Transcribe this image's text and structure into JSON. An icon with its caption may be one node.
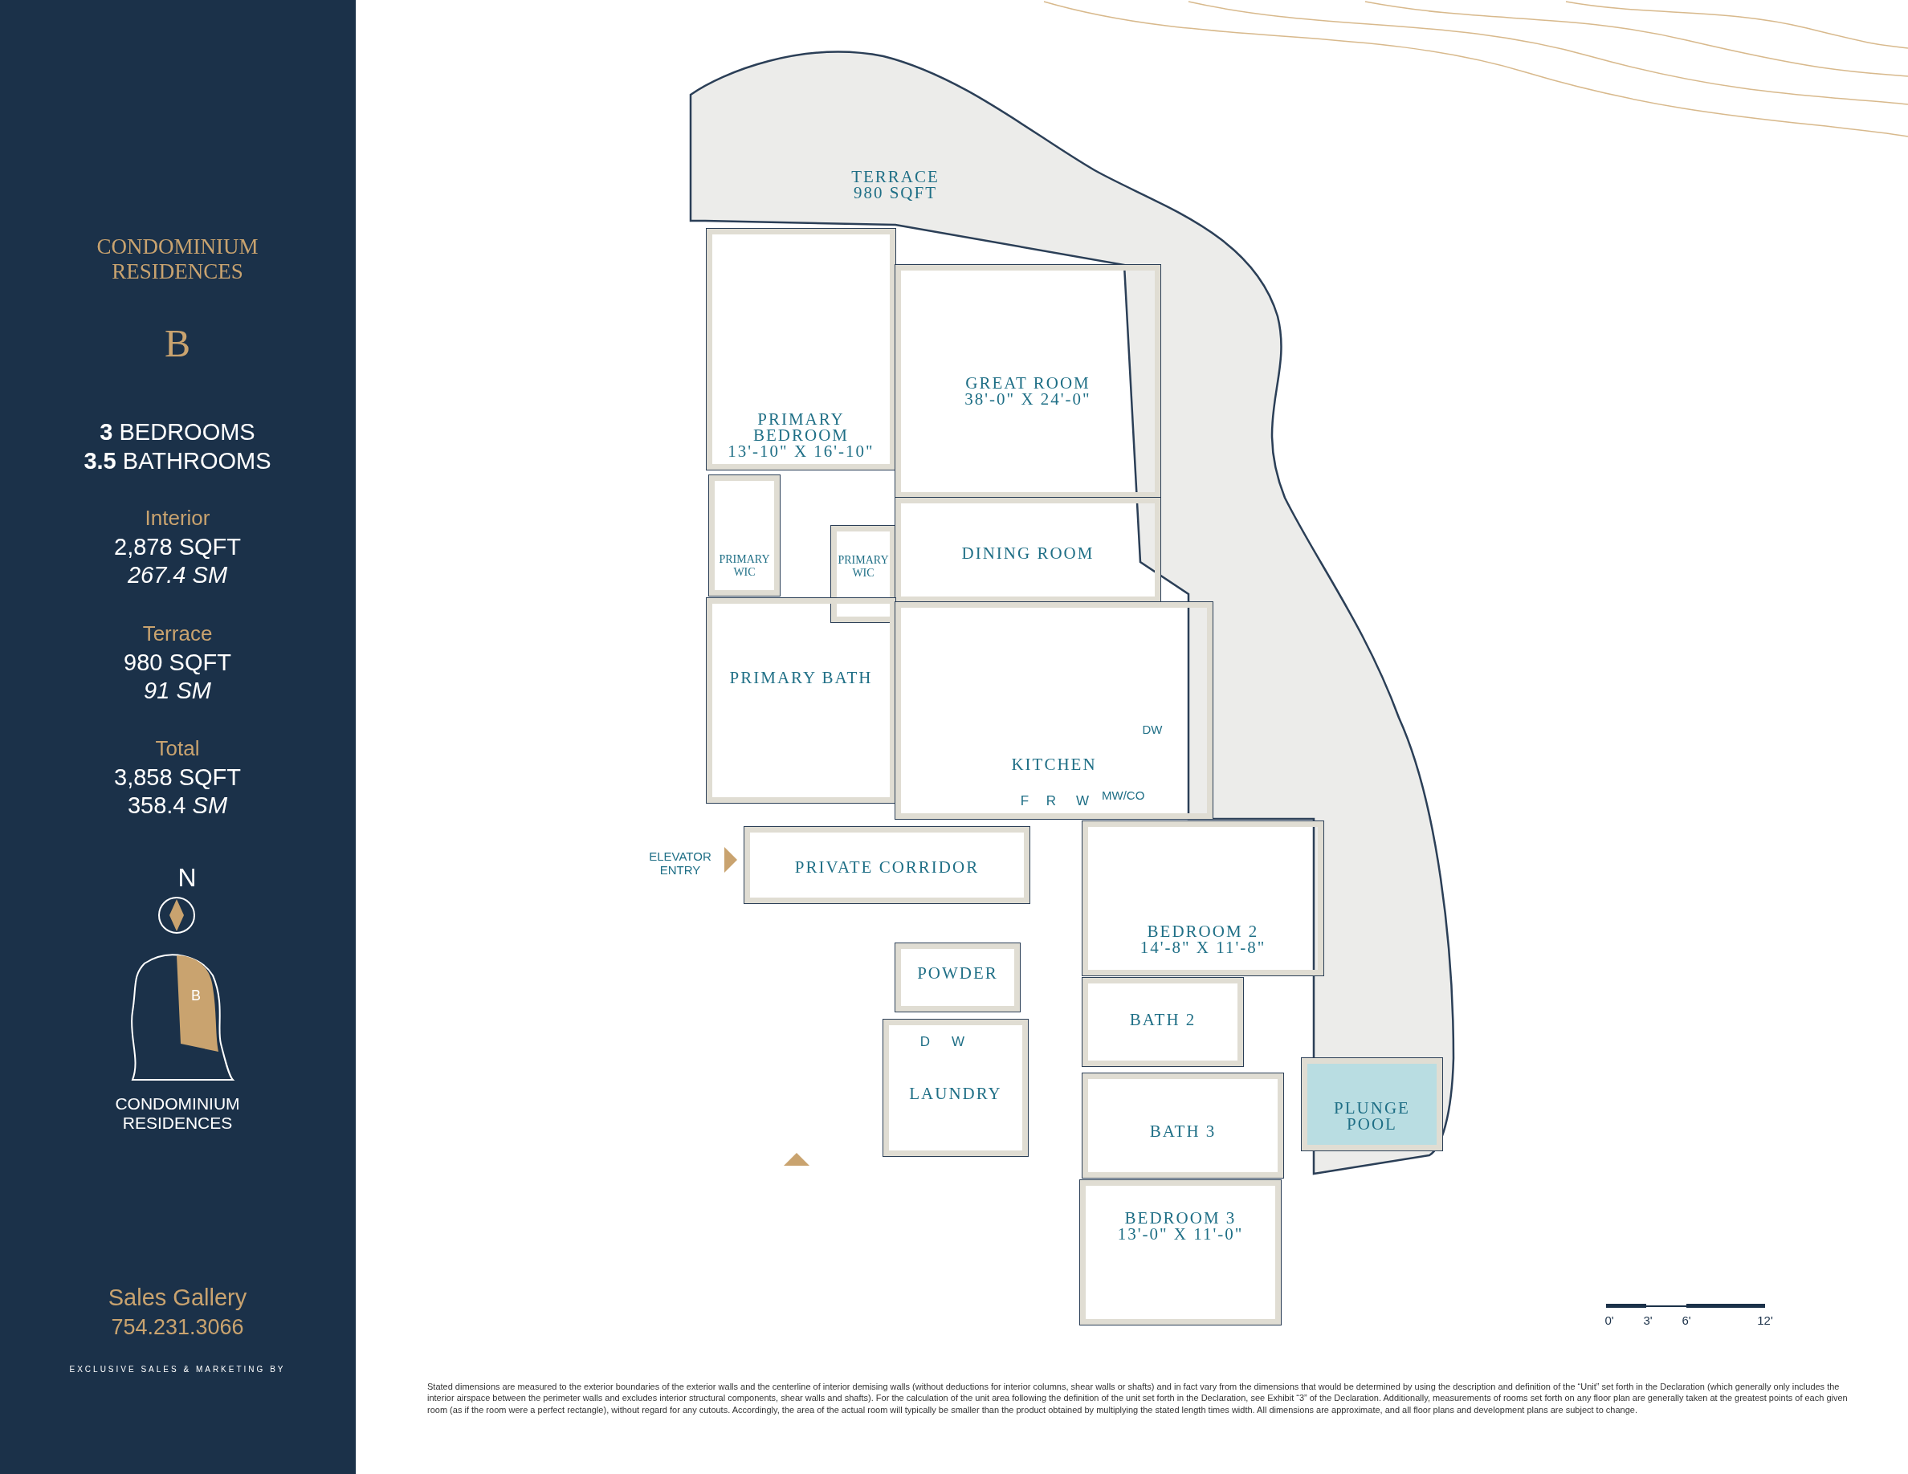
{
  "diagram": {
    "nodes": [
      {
        "text": [
          "TERRACE",
          "980 SQFT"
        ]
      },
      {
        "text": [
          "PRIMARY BEDROOM",
          "13'-10\" X 16'-10\""
        ]
      },
      {
        "text": [
          "GREAT ROOM",
          "38'-0\" X 24'-0\""
        ]
      },
      {
        "text": [
          "PRIMARY WIC"
        ]
      },
      {
        "text": [
          "PRIMARY WIC"
        ]
      },
      {
        "text": [
          "DINING ROOM"
        ]
      },
      {
        "text": [
          "PRIMARY BATH"
        ]
      },
      {
        "text": [
          "KITCHEN"
        ]
      },
      {
        "text": [
          "PRIVATE CORRIDOR"
        ]
      },
      {
        "text": [
          "POWDER"
        ]
      },
      {
        "text": [
          "LAUNDRY"
        ]
      },
      {
        "text": [
          "BEDROOM 2",
          "14'-8\" X 11'-8\""
        ]
      },
      {
        "text": [
          "BATH 2"
        ]
      },
      {
        "text": [
          "BATH 3"
        ]
      },
      {
        "text": [
          "PLUNGE POOL"
        ]
      },
      {
        "text": [
          "BEDROOM 3",
          "13'-0\" X 11'-0\""
        ]
      }
    ],
    "labels": [
      "CONDOMINIUM RESIDENCES",
      "B",
      "**3** BEDROOMS",
      "**3.5** BATHROOMS",
      "Interior",
      "2,878 SQFT",
      "267.4 SM",
      "Terrace",
      "980 SQFT",
      "91 SM",
      "Total",
      "3,858 SQFT",
      "358.4 *SM*",
      "N",
      "B",
      "CONDOMINIUM RESIDENCES",
      "Sales Gallery",
      "754.231.3066",
      "EXCLUSIVE SALES & MARKETING BY",
      "ELEVATOR ENTRY",
      "DW",
      "F",
      "R",
      "W",
      "MW/CO",
      "D",
      "W",
      "0'",
      "3'",
      "6'",
      "12'",
      "Stated dimensions are measured to the exterior boundaries of the exterior walls and the centerline of interior demising walls (without deductions for interior columns, shear walls or shafts) and in fact vary from the dimensions that would be determined by using the description and definition of the “Unit” set forth in the Declaration (which generally only includes the interior airspace between the perimeter walls and excludes interior structural components, shear walls and shafts). For the calculation of the unit area following the definition of the unit set forth in the Declaration, see Exhibit “3” of the Declaration. Additionally, measurements of rooms set forth on any floor plan are generally taken at the greatest points of each given room (as if the room were a perfect rectangle), without regard for any cutouts. Accordingly, the area of the actual room will typically be smaller than the product obtained by multiplying the stated length times width. All dimensions are approximate, and all floor plans and development plans are subject to change."
    ]
  }
}
